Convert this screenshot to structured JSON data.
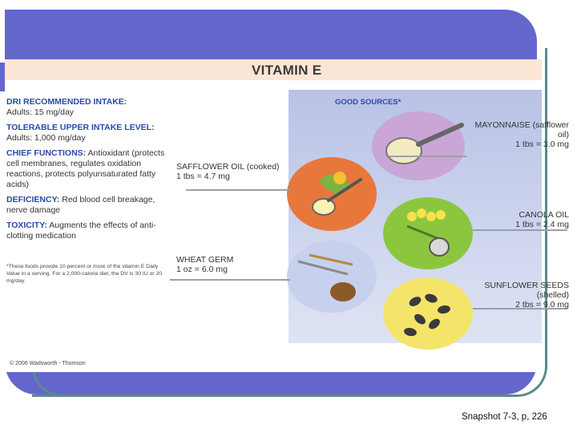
{
  "figure": {
    "title": "VITAMIN E",
    "info": [
      {
        "heading": "DRI RECOMMENDED INTAKE:",
        "text": "Adults: 15 mg/day"
      },
      {
        "heading": "TOLERABLE UPPER INTAKE LEVEL:",
        "text": "Adults: 1,000 mg/day"
      },
      {
        "heading": "CHIEF FUNCTIONS:",
        "text": " Antioxidant (protects cell membranes, regulates oxidation reactions, protects polyunsaturated fatty acids)"
      },
      {
        "heading": "DEFICIENCY:",
        "text": " Red blood cell breakage, nerve damage"
      },
      {
        "heading": "TOXICITY:",
        "text": " Augments the effects of anti-clotting medication"
      }
    ],
    "footnote": "*These foods provide 10 percent or more of the vitamin E Daily Value in a serving. For a 2,000-calorie diet, the DV is 30 IU or 20 mg/day.",
    "copyright": "© 2006 Wadsworth - Thomson",
    "good_sources_title": "GOOD SOURCES*",
    "foods": {
      "mayonnaise": {
        "line1": "MAYONNAISE (safflower",
        "line2": "oil)",
        "amount": "1 tbs = 3.0 mg"
      },
      "safflower": {
        "line1": "SAFFLOWER OIL (cooked)",
        "amount": "1 tbs = 4.7 mg"
      },
      "canola": {
        "line1": "CANOLA OIL",
        "amount": "1 tbs = 2.4 mg"
      },
      "wheat": {
        "line1": "WHEAT GERM",
        "amount": "1 oz = 6.0 mg"
      },
      "sunflower": {
        "line1": "SUNFLOWER SEEDS",
        "line2": "(shelled)",
        "amount": "2 tbs = 9.0 mg"
      }
    }
  },
  "caption": "Snapshot 7-3, p, 226",
  "colors": {
    "frame": "#6466cc",
    "heading_blue": "#2a4aa8",
    "title_band": "#fbe6d6",
    "mayo_circle": "#c9a6d6",
    "safflower_circle": "#e8773c",
    "canola_circle": "#8cc63f",
    "wheat_circle": "#c7d1ee",
    "sunflower_circle": "#f5e46a"
  }
}
